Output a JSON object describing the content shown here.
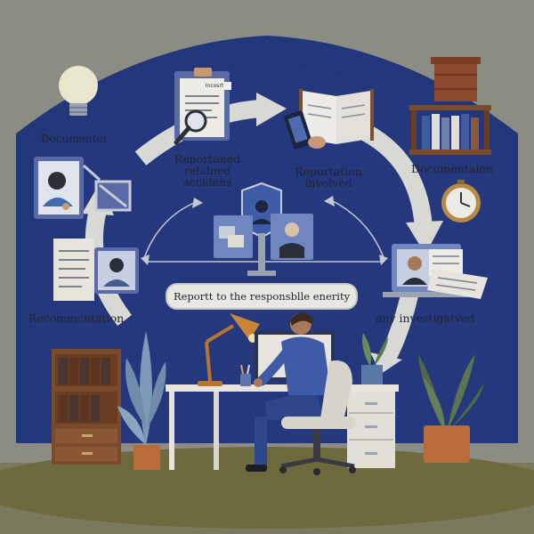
{
  "labels": {
    "documenter": "Documenter",
    "reported_related": "Reportaned\nrelalned\naccidens",
    "reportation_involved": "Reportation\ninvolved",
    "documentation": "Documentaion",
    "recommendation": "Recommcntation",
    "investigated": "any investigatved",
    "center_banner": "Reportt to the responsblle enerity",
    "clipboard_tag": "Incosrt"
  },
  "colors": {
    "background": "#8b8c84",
    "house": "#22367a",
    "arrows": "#d8d9d4",
    "floor": "#6f6a3e"
  },
  "icons": [
    "lightbulb-icon",
    "clipboard-icon",
    "magnifier-icon",
    "open-book-icon",
    "phone-icon",
    "chimney-icon",
    "bookshelf-icon",
    "wall-clock-icon",
    "id-card-icon",
    "shield-icon",
    "monitor-icon",
    "laptop-icon",
    "plant-icon",
    "desk-lamp-icon",
    "filing-cabinet-icon",
    "office-chair-icon"
  ]
}
